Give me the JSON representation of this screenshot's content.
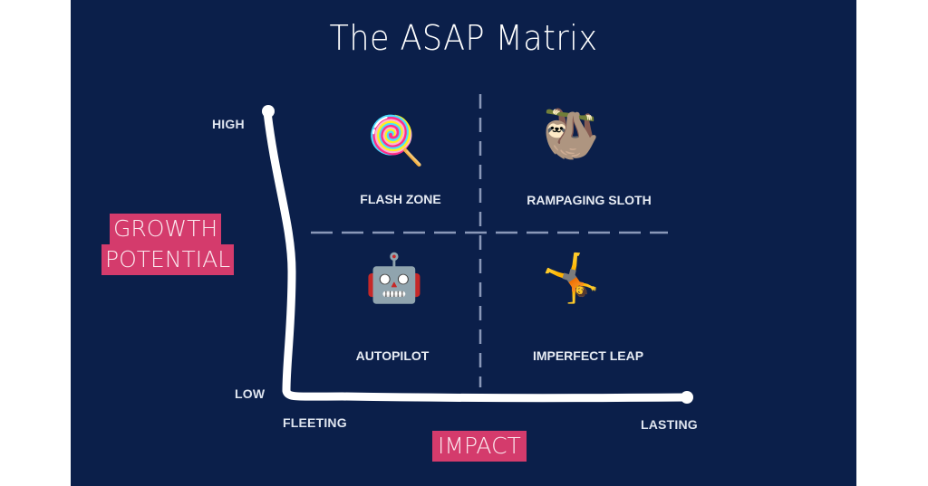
{
  "slide": {
    "title": "The ASAP Matrix",
    "background_color": "#0b1f4a",
    "accent_color": "#d43b6c"
  },
  "y_axis": {
    "label_line1": "GROWTH",
    "label_line2": "POTENTIAL",
    "high_label": "HIGH",
    "low_label": "LOW"
  },
  "x_axis": {
    "label": "IMPACT",
    "low_label": "FLEETING",
    "high_label": "LASTING"
  },
  "quadrants": [
    {
      "position": "top-left",
      "label": "FLASH ZONE",
      "icon": "lollipop-icon",
      "glyph": "🍭"
    },
    {
      "position": "top-right",
      "label": "RAMPAGING SLOTH",
      "icon": "sloth-icon",
      "glyph": "🦥"
    },
    {
      "position": "bottom-left",
      "label": "AUTOPILOT",
      "icon": "robot-icon",
      "glyph": "🤖"
    },
    {
      "position": "bottom-right",
      "label": "IMPERFECT LEAP",
      "icon": "cartwheel-icon",
      "glyph": "🤸"
    }
  ]
}
